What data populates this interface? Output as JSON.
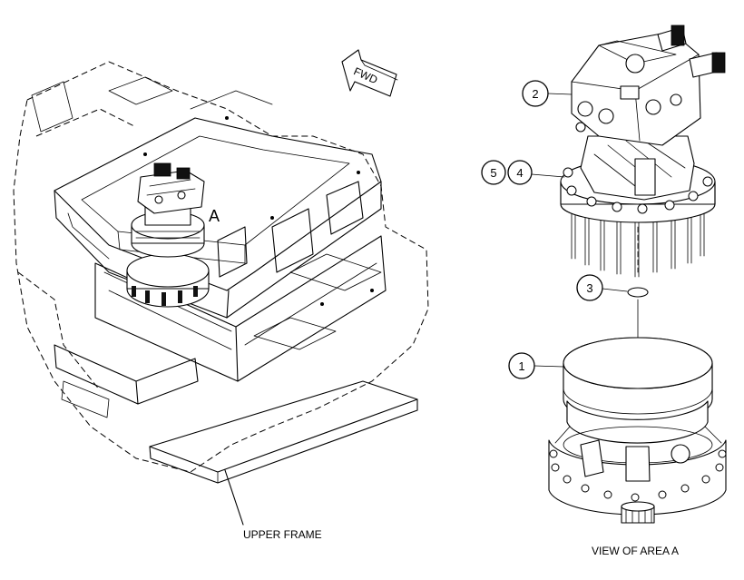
{
  "labels": {
    "fwd": "FWD",
    "area": "A",
    "upper_frame": "UPPER FRAME",
    "view_of_area": "VIEW OF AREA A"
  },
  "callouts": [
    {
      "number": "2"
    },
    {
      "number": "5"
    },
    {
      "number": "4"
    },
    {
      "number": "3"
    },
    {
      "number": "1"
    }
  ]
}
